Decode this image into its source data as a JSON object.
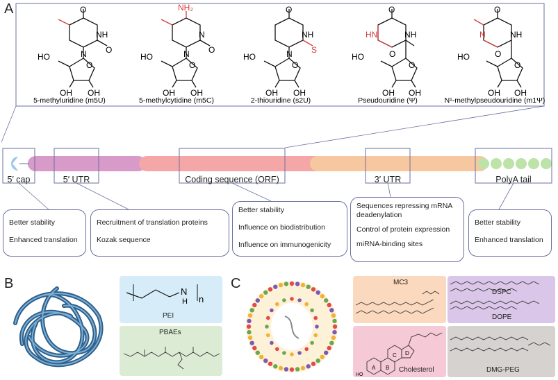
{
  "panels": {
    "a": "A",
    "b": "B",
    "c": "C"
  },
  "nucleosides": [
    {
      "name": "5-methyluridine (m5U)"
    },
    {
      "name": "5-methylcytidine (m5C)"
    },
    {
      "name": "2-thiouridine (s2U)"
    },
    {
      "name": "Pseudouridine (Ψ)"
    },
    {
      "name": "N¹-methylpseudouridine (m1Ψ)"
    }
  ],
  "atoms": {
    "O": "O",
    "OH": "OH",
    "HO": "HO",
    "NH": "NH",
    "HN": "HN",
    "N": "N",
    "S": "S",
    "NH2": "NH₂"
  },
  "mrna": {
    "segments": [
      {
        "label": "5′ cap"
      },
      {
        "label": "5′ UTR"
      },
      {
        "label": "Coding sequence (ORF)"
      },
      {
        "label": "3′ UTR"
      },
      {
        "label": "PolyA tail"
      }
    ]
  },
  "notes": [
    [
      "Better stability",
      "Enhanced translation"
    ],
    [
      "Recruitment of translation proteins",
      "Kozak sequence"
    ],
    [
      "Better stability",
      "Influence on biodistribution",
      "Influence on immunogenicity"
    ],
    [
      "Sequences repressing mRNA deadenylation",
      "Control of protein expression",
      "miRNA-binding sites"
    ],
    [
      "Better stability",
      "Enhanced translation"
    ]
  ],
  "polymers": {
    "pei": "PEI",
    "pei_n": "n",
    "pei_nh": "N",
    "pei_h": "H",
    "pbae": "PBAEs"
  },
  "lipids": {
    "mc3": "MC3",
    "dspc": "DSPC",
    "dope": "DOPE",
    "cholesterol": "Cholesterol",
    "dmg_peg": "DMG-PEG",
    "rings": [
      "A",
      "B",
      "C",
      "D"
    ]
  },
  "colors": {
    "cap": "#9cc8e6",
    "utr5": "#d79ac9",
    "orf": "#f5a7a7",
    "utr3": "#f7c7a0",
    "polya": "#bde3a8",
    "modification": "#d63a3a",
    "pei_bg": "#d6ecf8",
    "pbae_bg": "#dcebd3",
    "mc3_bg": "#fad9bf",
    "dspc_bg": "#d9c6e8",
    "chol_bg": "#f5c9d5",
    "peg_bg": "#d5d2d0"
  }
}
